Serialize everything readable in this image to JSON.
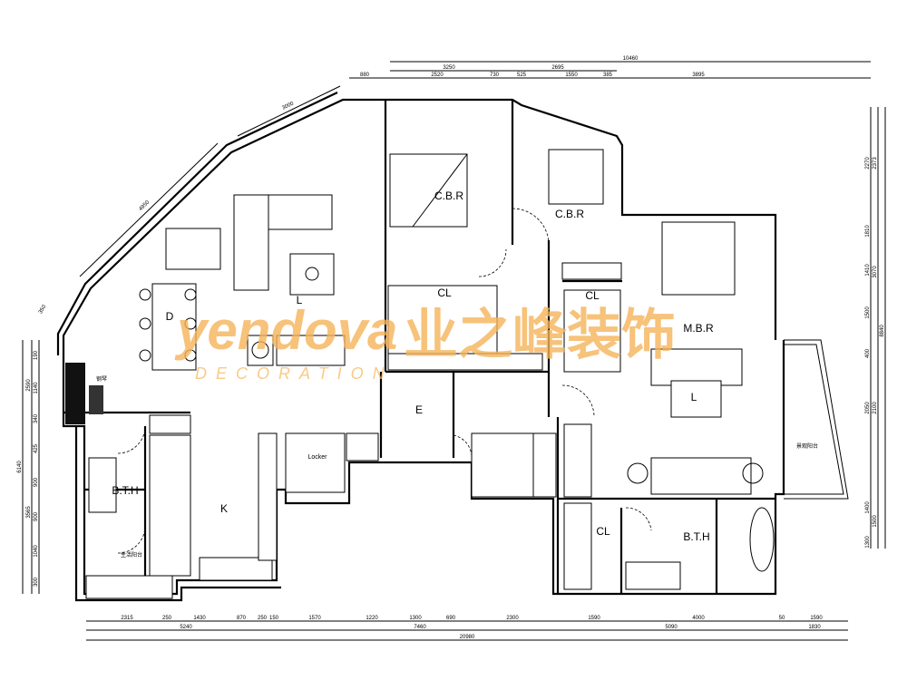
{
  "rooms": {
    "cbr1": "C.B.R",
    "cbr2": "C.B.R",
    "mbr": "M.B.R",
    "cl1": "CL",
    "cl2": "CL",
    "cl3": "CL",
    "living1": "L",
    "living2": "L",
    "dining": "D",
    "entry": "E",
    "kitchen": "K",
    "bath1": "B.T.H",
    "bath2": "B.T.H",
    "locker": "Locker",
    "utility_balcony": "生活阳台",
    "view_balcony": "景观阳台",
    "piano": "钢琴"
  },
  "watermark": {
    "brand": "yendova",
    "cn": "业之峰装饰",
    "sub": "DECORATION",
    "color": "#f6b45a"
  },
  "dimensions": {
    "top": {
      "total": "10460",
      "mid": [
        "3250",
        "2695"
      ],
      "segs": [
        "880",
        "2520",
        "730",
        "525",
        "1550",
        "385",
        "3895"
      ]
    },
    "diagonal": [
      "3000",
      "4950",
      "350"
    ],
    "bottom": {
      "segs": [
        "2315",
        "250",
        "1430",
        "870",
        "250",
        "150",
        "1570",
        "1220",
        "1300",
        "690",
        "2300",
        "1590",
        "4000",
        "50",
        "1590"
      ],
      "mid": [
        "5240",
        "7460",
        "5090",
        "1830"
      ],
      "total": "20980"
    },
    "left": {
      "segs": [
        "190",
        "1140",
        "340",
        "425",
        "900",
        "900",
        "1040",
        "300"
      ],
      "mid": [
        "2590",
        "3565"
      ],
      "total": "6140"
    },
    "right": {
      "segs": [
        "2270",
        "1810",
        "1410",
        "1500",
        "400",
        "2050",
        "1400",
        "1300"
      ],
      "mid": [
        "2373",
        "3070",
        "2100",
        "1500"
      ],
      "total": "8840"
    }
  }
}
